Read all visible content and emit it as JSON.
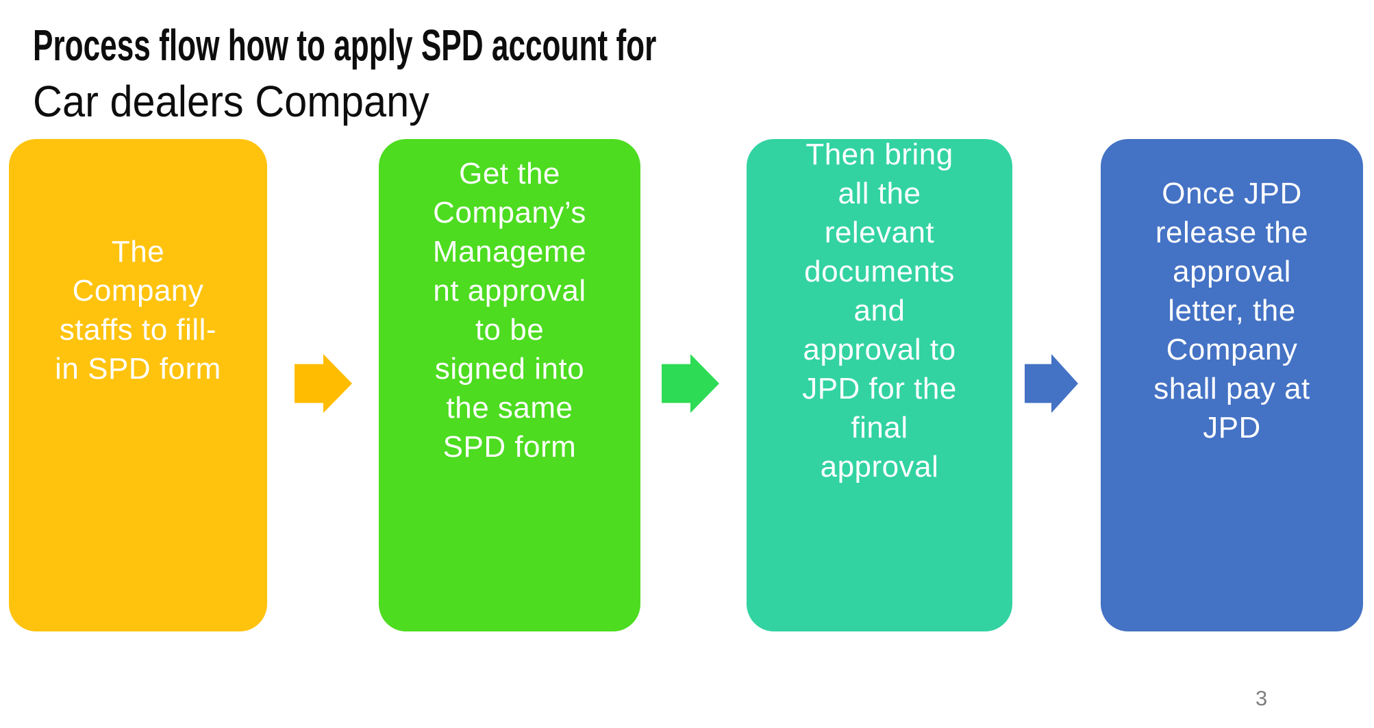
{
  "slide": {
    "background": "#FFFFFF",
    "title": {
      "line1": "Process flow how to apply SPD account for",
      "line2": "Car dealers Company",
      "color": "#0D0D0D"
    },
    "page_number": "3"
  },
  "flow": {
    "steps": [
      {
        "id": "step-1",
        "color": "#FFC30E",
        "text_color": "#FFFFFF",
        "text": "The Company staffs to fill-in SPD form",
        "lines": [
          "The",
          "Company",
          "staffs to fill-",
          "in SPD form"
        ]
      },
      {
        "id": "step-2",
        "color": "#4DDC20",
        "text_color": "#FFFFFF",
        "text": "Get the Company’s Management approval to be signed into the same SPD form",
        "lines": [
          "Get the",
          "Company’s",
          "Manageme",
          "nt approval",
          "to be",
          "signed into",
          "the same",
          "SPD form"
        ]
      },
      {
        "id": "step-3",
        "color": "#32D3A1",
        "text_color": "#FFFFFF",
        "text": "Then bring all the relevant documents and approval to JPD for the final approval",
        "lines": [
          "Then bring",
          "all the",
          "relevant",
          "documents",
          "and",
          "approval to",
          "JPD for the",
          "final",
          "approval"
        ]
      },
      {
        "id": "step-4",
        "color": "#4472C4",
        "text_color": "#FFFFFF",
        "text": "Once JPD release the approval letter, the Company shall pay at JPD",
        "lines": [
          "Once JPD",
          "release the",
          "approval",
          "letter, the",
          "Company",
          "shall pay at",
          "JPD"
        ]
      }
    ],
    "arrows": [
      {
        "id": "arrow-1",
        "color": "#FFBC00"
      },
      {
        "id": "arrow-2",
        "color": "#2EDB55"
      },
      {
        "id": "arrow-3",
        "color": "#4472C4"
      }
    ]
  }
}
